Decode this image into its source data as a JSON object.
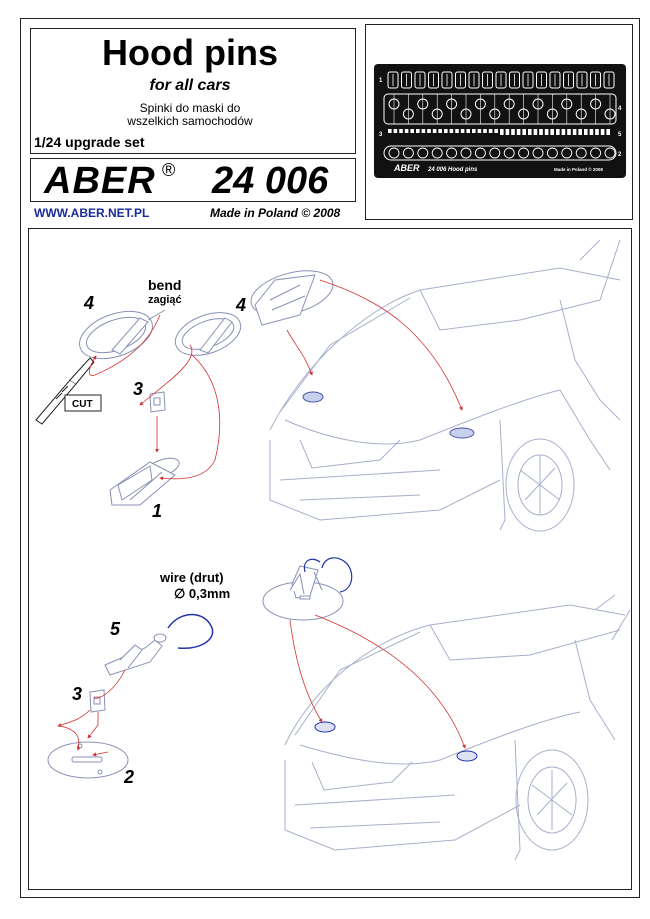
{
  "header": {
    "title": "Hood pins",
    "subtitle": "for all cars",
    "polish_line1": "Spinki do maski do",
    "polish_line2": "wszelkich samochodów",
    "scale_set": "1/24 upgrade set",
    "brand": "ABER",
    "registered_mark": "®",
    "product_number": "24 006",
    "website": "WWW.ABER.NET.PL",
    "made_in": "Made in Poland © 2008"
  },
  "fret": {
    "label_brand": "ABER",
    "label_product": "24 006  Hood pins",
    "label_made": "Made in Poland  ©  2008",
    "row_numbers": [
      "1",
      "4",
      "3",
      "5",
      "2"
    ]
  },
  "instructions": {
    "step_top": {
      "label_4_left": "4",
      "label_4_right": "4",
      "bend": "bend",
      "bend_pl": "zagiąć",
      "cut": "CUT",
      "label_3": "3",
      "label_1": "1"
    },
    "step_bottom": {
      "wire": "wire (drut)",
      "wire_size": "∅ 0,3mm",
      "label_5": "5",
      "label_3": "3",
      "label_2": "2"
    }
  },
  "colors": {
    "line": "#222222",
    "drawing": "#9aa6c8",
    "red_arrow": "#d23030",
    "wire_blue": "#2233aa"
  }
}
